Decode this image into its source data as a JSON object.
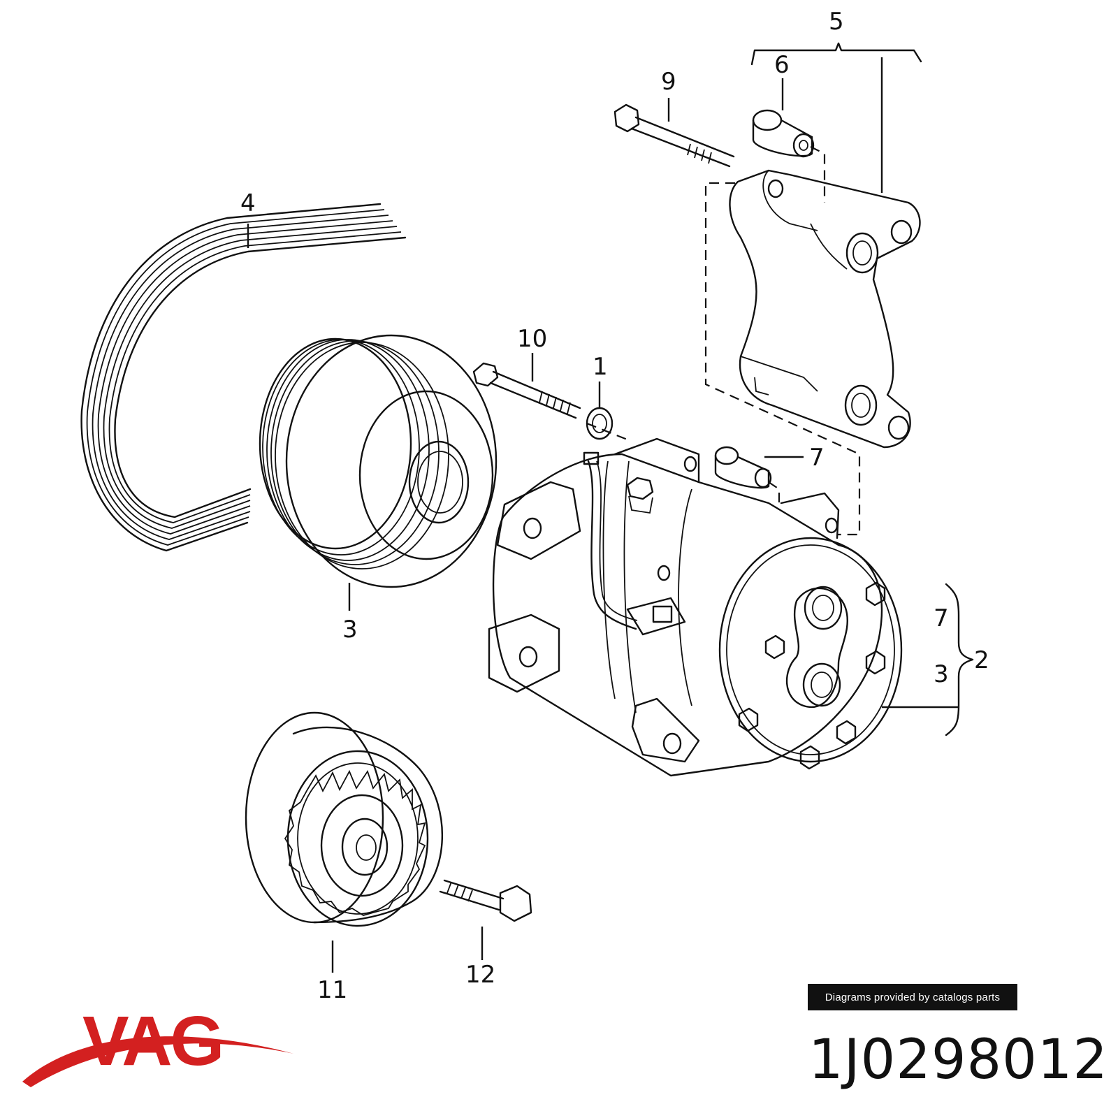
{
  "callouts": {
    "c1": "1",
    "c2": "2",
    "c3": "3",
    "c3b": "3",
    "c4": "4",
    "c5": "5",
    "c6": "6",
    "c7": "7",
    "c7b": "7",
    "c9": "9",
    "c10": "10",
    "c11": "11",
    "c12": "12"
  },
  "footer": {
    "credit": "Diagrams provided by catalogs parts",
    "brand": "VAG",
    "part_number": "1J0298012"
  },
  "colors": {
    "ink": "#111111",
    "brand_red": "#d32020",
    "credit_bg": "#111111",
    "credit_text": "#ffffff"
  },
  "icons": [
    "vag-swoosh-icon"
  ]
}
